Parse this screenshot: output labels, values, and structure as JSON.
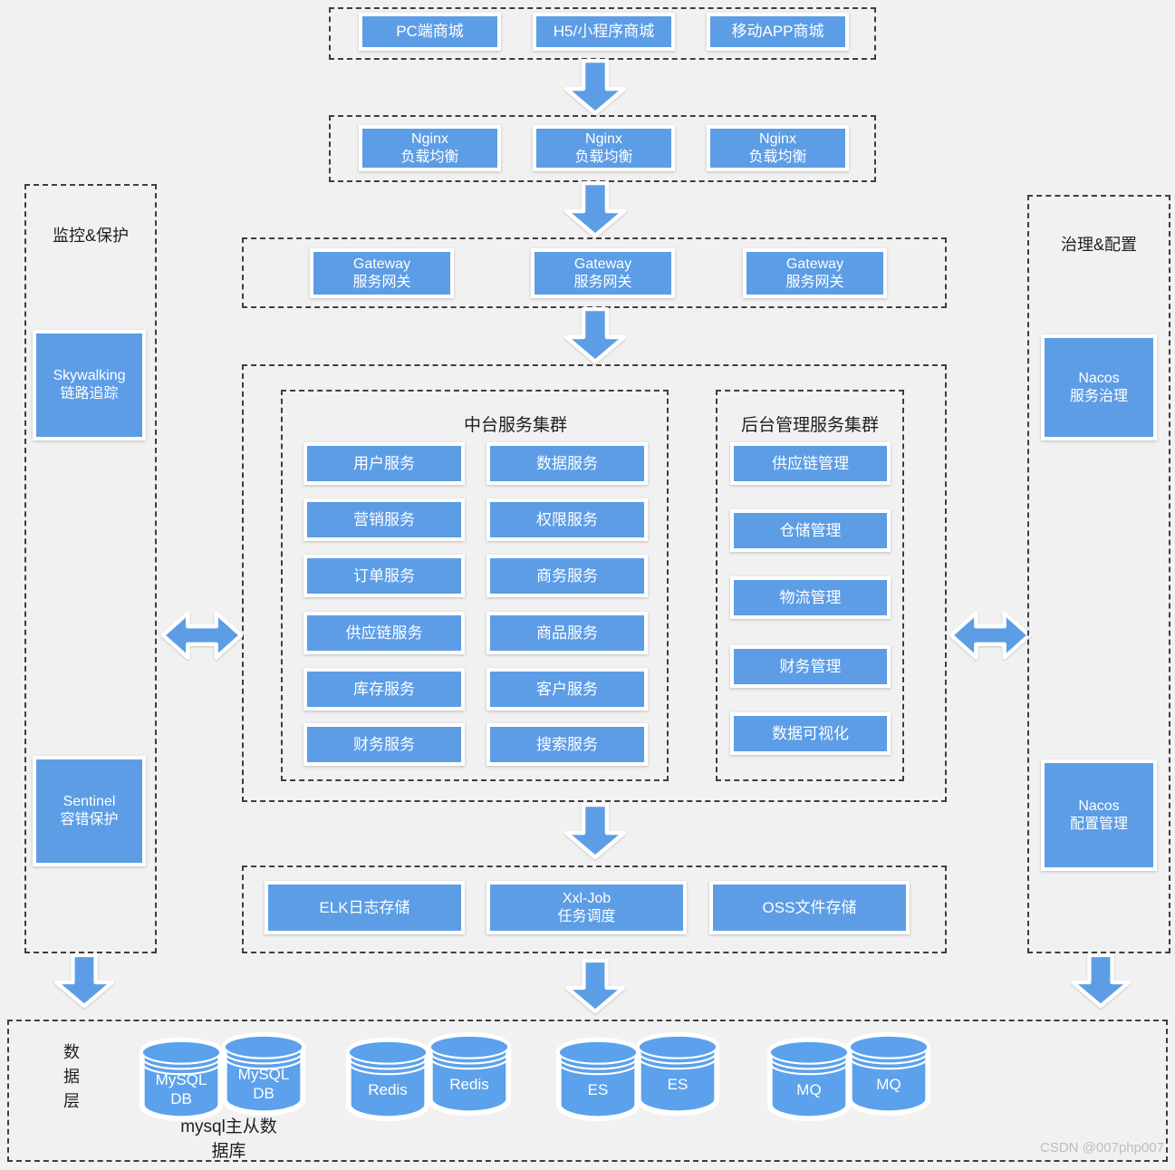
{
  "colors": {
    "accent": "#5c9de6",
    "cylinder": "#5ca1ec",
    "canvas_bg": "#f1f1f2",
    "dashed_border": "#3e3e3e",
    "text": "#1f1f1f",
    "watermark": "#b9bfc6"
  },
  "top_row": {
    "items": [
      "PC端商城",
      "H5/小程序商城",
      "移动APP商城"
    ]
  },
  "nginx_row": {
    "items": [
      "Nginx\n负载均衡",
      "Nginx\n负载均衡",
      "Nginx\n负载均衡"
    ]
  },
  "gateway_row": {
    "items": [
      "Gateway\n服务网关",
      "Gateway\n服务网关",
      "Gateway\n服务网关"
    ]
  },
  "left_panel": {
    "title": "监控&保护",
    "tracing": "Skywalking\n链路追踪",
    "sentinel": "Sentinel\n容错保护"
  },
  "right_panel": {
    "title": "治理&配置",
    "nacos_governance": "Nacos\n服务治理",
    "nacos_config": "Nacos\n配置管理"
  },
  "center_cluster": {
    "title": "中台服务集群",
    "left_services": [
      "用户服务",
      "营销服务",
      "订单服务",
      "供应链服务",
      "库存服务",
      "财务服务"
    ],
    "right_services": [
      "数据服务",
      "权限服务",
      "商务服务",
      "商品服务",
      "客户服务",
      "搜索服务"
    ]
  },
  "backend_cluster": {
    "title": "后台管理服务集群",
    "services": [
      "供应链管理",
      "仓储管理",
      "物流管理",
      "财务管理",
      "数据可视化"
    ]
  },
  "infra_row": {
    "items": [
      "ELK日志存储",
      "Xxl-Job\n任务调度",
      "OSS文件存储"
    ]
  },
  "data_layer": {
    "title": "数据层",
    "mysql": [
      "MySQL\nDB",
      "MySQL\nDB"
    ],
    "mysql_note": "mysql主从数\n据库",
    "redis": [
      "Redis",
      "Redis"
    ],
    "es": [
      "ES",
      "ES"
    ],
    "mq": [
      "MQ",
      "MQ"
    ]
  },
  "watermark": "CSDN @007php007"
}
